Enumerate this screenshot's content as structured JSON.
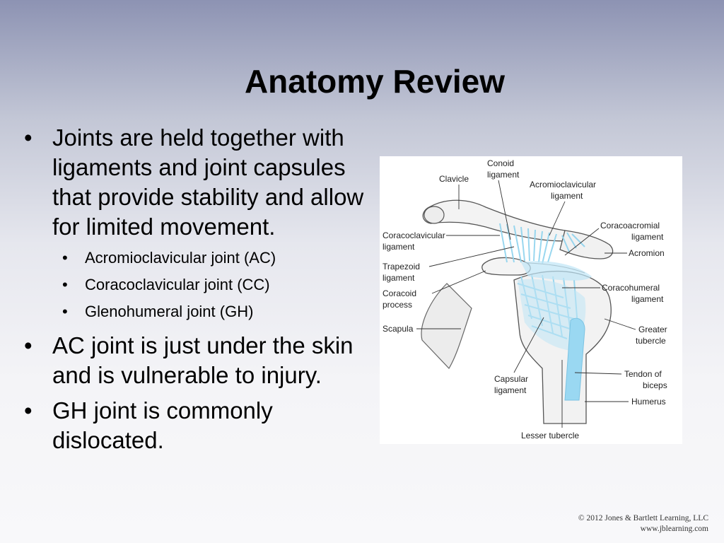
{
  "slide": {
    "title": "Anatomy Review",
    "bullets": [
      "Joints are held together with ligaments and joint capsules that provide stability and allow for limited movement.",
      "AC joint is just under the skin and is vulnerable to injury.",
      "GH joint is commonly dislocated."
    ],
    "sub_bullets": [
      "Acromioclavicular joint (AC)",
      "Coracoclavicular joint (CC)",
      "Glenohumeral joint (GH)"
    ],
    "bullet_glyph": "•"
  },
  "figure": {
    "labels": {
      "conoid_1": "Conoid",
      "conoid_2": "ligament",
      "clavicle": "Clavicle",
      "acromioclavicular_1": "Acromioclavicular",
      "acromioclavicular_2": "ligament",
      "coracoacromial_1": "Coracoacromial",
      "coracoacromial_2": "ligament",
      "coracoclavicular_1": "Coracoclavicular",
      "coracoclavicular_2": "ligament",
      "acromion": "Acromion",
      "trapezoid_1": "Trapezoid",
      "trapezoid_2": "ligament",
      "coracoid_1": "Coracoid",
      "coracoid_2": "process",
      "coracohumeral_1": "Coracohumeral",
      "coracohumeral_2": "ligament",
      "scapula": "Scapula",
      "greater_tubercle_1": "Greater",
      "greater_tubercle_2": "tubercle",
      "capsular_1": "Capsular",
      "capsular_2": "ligament",
      "tendon_biceps_1": "Tendon of",
      "tendon_biceps_2": "biceps",
      "humerus": "Humerus",
      "lesser_tubercle": "Lesser tubercle"
    },
    "colors": {
      "bone": "#f2f2f2",
      "bone_outline": "#555555",
      "ligament": "#8fd3ee",
      "tendon": "#9ad8f2"
    }
  },
  "credit": {
    "line1": "© 2012 Jones & Bartlett Learning, LLC",
    "line2": "www.jblearning.com"
  }
}
